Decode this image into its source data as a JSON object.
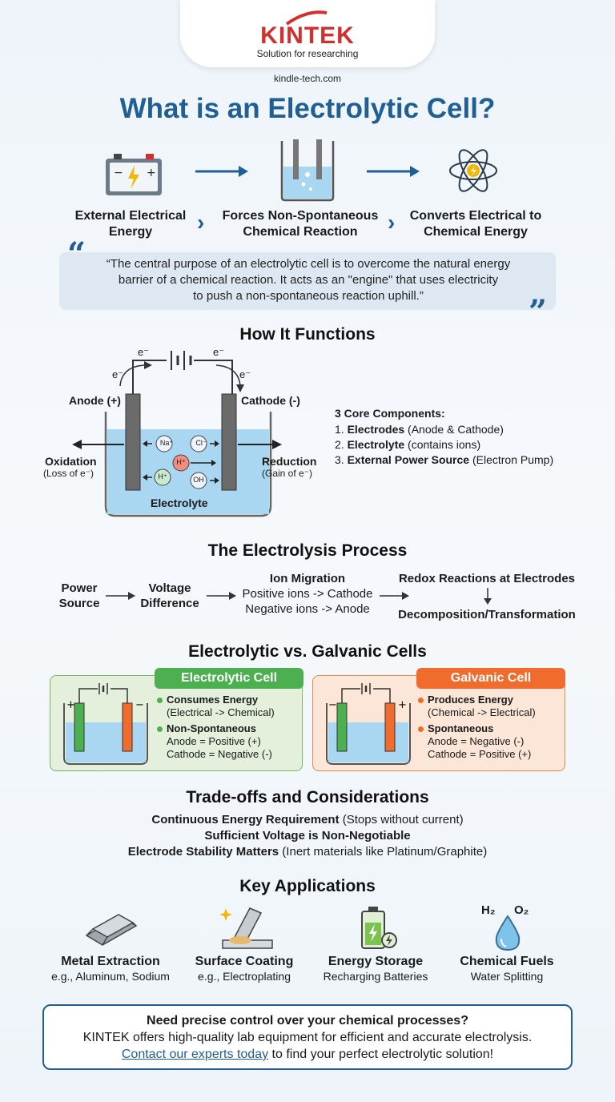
{
  "header": {
    "brand_name": "KINTEK",
    "brand_tagline": "Solution for researching",
    "site_url": "kindle-tech.com",
    "title": "What is an Electrolytic Cell?"
  },
  "overview_flow": [
    {
      "label_line1": "External Electrical",
      "label_line2": "Energy",
      "icon": "battery-icon"
    },
    {
      "label_line1": "Forces Non-Spontaneous",
      "label_line2": "Chemical Reaction",
      "icon": "beaker-icon"
    },
    {
      "label_line1": "Converts Electrical to",
      "label_line2": "Chemical Energy",
      "icon": "atom-icon"
    }
  ],
  "quote": {
    "line1": "“The central purpose of an electrolytic cell is to overcome the natural energy",
    "line2": "barrier of a chemical reaction. It acts as an \"engine\" that uses electricity",
    "line3": "to push a non-spontaneous reaction uphill.”"
  },
  "how_it_functions": {
    "title": "How It Functions",
    "electron": "e⁻",
    "anode": "Anode (+)",
    "cathode": "Cathode (-)",
    "oxidation": "Oxidation",
    "oxidation_sub": "(Loss of e⁻)",
    "reduction": "Reduction",
    "reduction_sub": "(Gain of e⁻)",
    "electrolyte": "Electrolyte",
    "ions": [
      "Na⁺",
      "Cl⁻",
      "H⁺",
      "H⁺",
      "OH"
    ],
    "components_title": "3 Core Components:",
    "components": [
      {
        "num": "1.",
        "bold": "Electrodes",
        "rest": " (Anode & Cathode)"
      },
      {
        "num": "2.",
        "bold": "Electrolyte",
        "rest": " (contains ions)"
      },
      {
        "num": "3.",
        "bold": "External Power Source",
        "rest": " (Electron Pump)"
      }
    ]
  },
  "process": {
    "title": "The Electrolysis Process",
    "step1_l1": "Power",
    "step1_l2": "Source",
    "step2_l1": "Voltage",
    "step2_l2": "Difference",
    "step3_title": "Ion Migration",
    "step3_l1": "Positive ions -> Cathode",
    "step3_l2": "Negative ions -> Anode",
    "step4_title": "Redox Reactions at Electrodes",
    "step5": "Decomposition/Transformation"
  },
  "comparison": {
    "title": "Electrolytic vs. Galvanic Cells",
    "electrolytic": {
      "heading": "Electrolytic Cell",
      "point1": "Consumes Energy",
      "point1_sub": "(Electrical -> Chemical)",
      "point2": "Non-Spontaneous",
      "line3": "Anode = Positive (+)",
      "line4": "Cathode = Negative (-)",
      "color": "#4caf50"
    },
    "galvanic": {
      "heading": "Galvanic Cell",
      "point1": "Produces Energy",
      "point1_sub": "(Chemical -> Electrical)",
      "point2": "Spontaneous",
      "line3": "Anode = Negative (-)",
      "line4": "Cathode = Positive (+)",
      "color": "#ef6c2c"
    }
  },
  "tradeoffs": {
    "title": "Trade-offs and Considerations",
    "line1_bold": "Continuous Energy Requirement",
    "line1_rest": " (Stops without current)",
    "line2_bold": "Sufficient Voltage is Non-Negotiable",
    "line3_bold": "Electrode Stability Matters",
    "line3_rest": " (Inert materials like Platinum/Graphite)"
  },
  "applications": {
    "title": "Key Applications",
    "items": [
      {
        "title": "Metal Extraction",
        "sub": "e.g., Aluminum, Sodium",
        "icon": "metal-ingot-icon"
      },
      {
        "title": "Surface Coating",
        "sub": "e.g., Electroplating",
        "icon": "coating-icon"
      },
      {
        "title": "Energy Storage",
        "sub": "Recharging Batteries",
        "icon": "battery-charge-icon"
      },
      {
        "title": "Chemical Fuels",
        "sub": "Water Splitting",
        "icon": "water-drop-icon"
      }
    ],
    "h2": "H₂",
    "o2": "O₂"
  },
  "cta": {
    "line1": "Need precise control over your chemical processes?",
    "line2": "KINTEK offers high-quality lab equipment for efficient and accurate electrolysis.",
    "link": "Contact our experts today",
    "line3_rest": " to find your perfect electrolytic solution!"
  },
  "colors": {
    "accent_blue": "#1f5f94",
    "brand_red": "#d32f2f",
    "electrolyte_blue": "#a9d6f0",
    "green": "#4caf50",
    "orange": "#ef6c2c"
  }
}
